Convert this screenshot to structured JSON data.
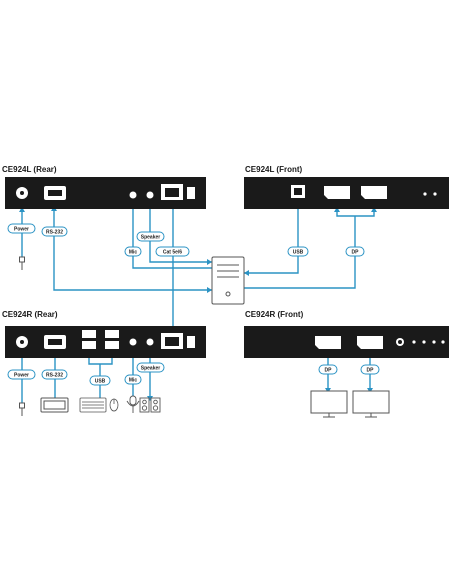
{
  "panels": {
    "ce924l_rear": "CE924L (Rear)",
    "ce924l_front": "CE924L (Front)",
    "ce924r_rear": "CE924R (Rear)",
    "ce924r_front": "CE924R (Front)"
  },
  "tags": {
    "l_power": "Power",
    "l_rs232": "RS-232",
    "l_mic": "Mic",
    "l_speaker": "Speaker",
    "l_cat": "Cat 5e/6",
    "lf_usb": "USB",
    "lf_dp": "DP",
    "r_power": "Power",
    "r_rs232": "RS-232",
    "r_usb": "USB",
    "r_mic": "Mic",
    "r_speaker": "Speaker",
    "rf_dp1": "DP",
    "rf_dp2": "DP"
  },
  "colors": {
    "cable": "#2b93c4",
    "panel": "#1a1a1a",
    "port": "#ffffff",
    "outline": "#555555"
  },
  "icons": {
    "power_plug": "plug-icon",
    "computer": "pc-tower-icon",
    "terminal": "serial-terminal-icon",
    "keyboard": "keyboard-icon",
    "mouse": "mouse-icon",
    "microphone": "microphone-icon",
    "speakers": "speakers-icon",
    "monitor": "monitor-icon"
  }
}
